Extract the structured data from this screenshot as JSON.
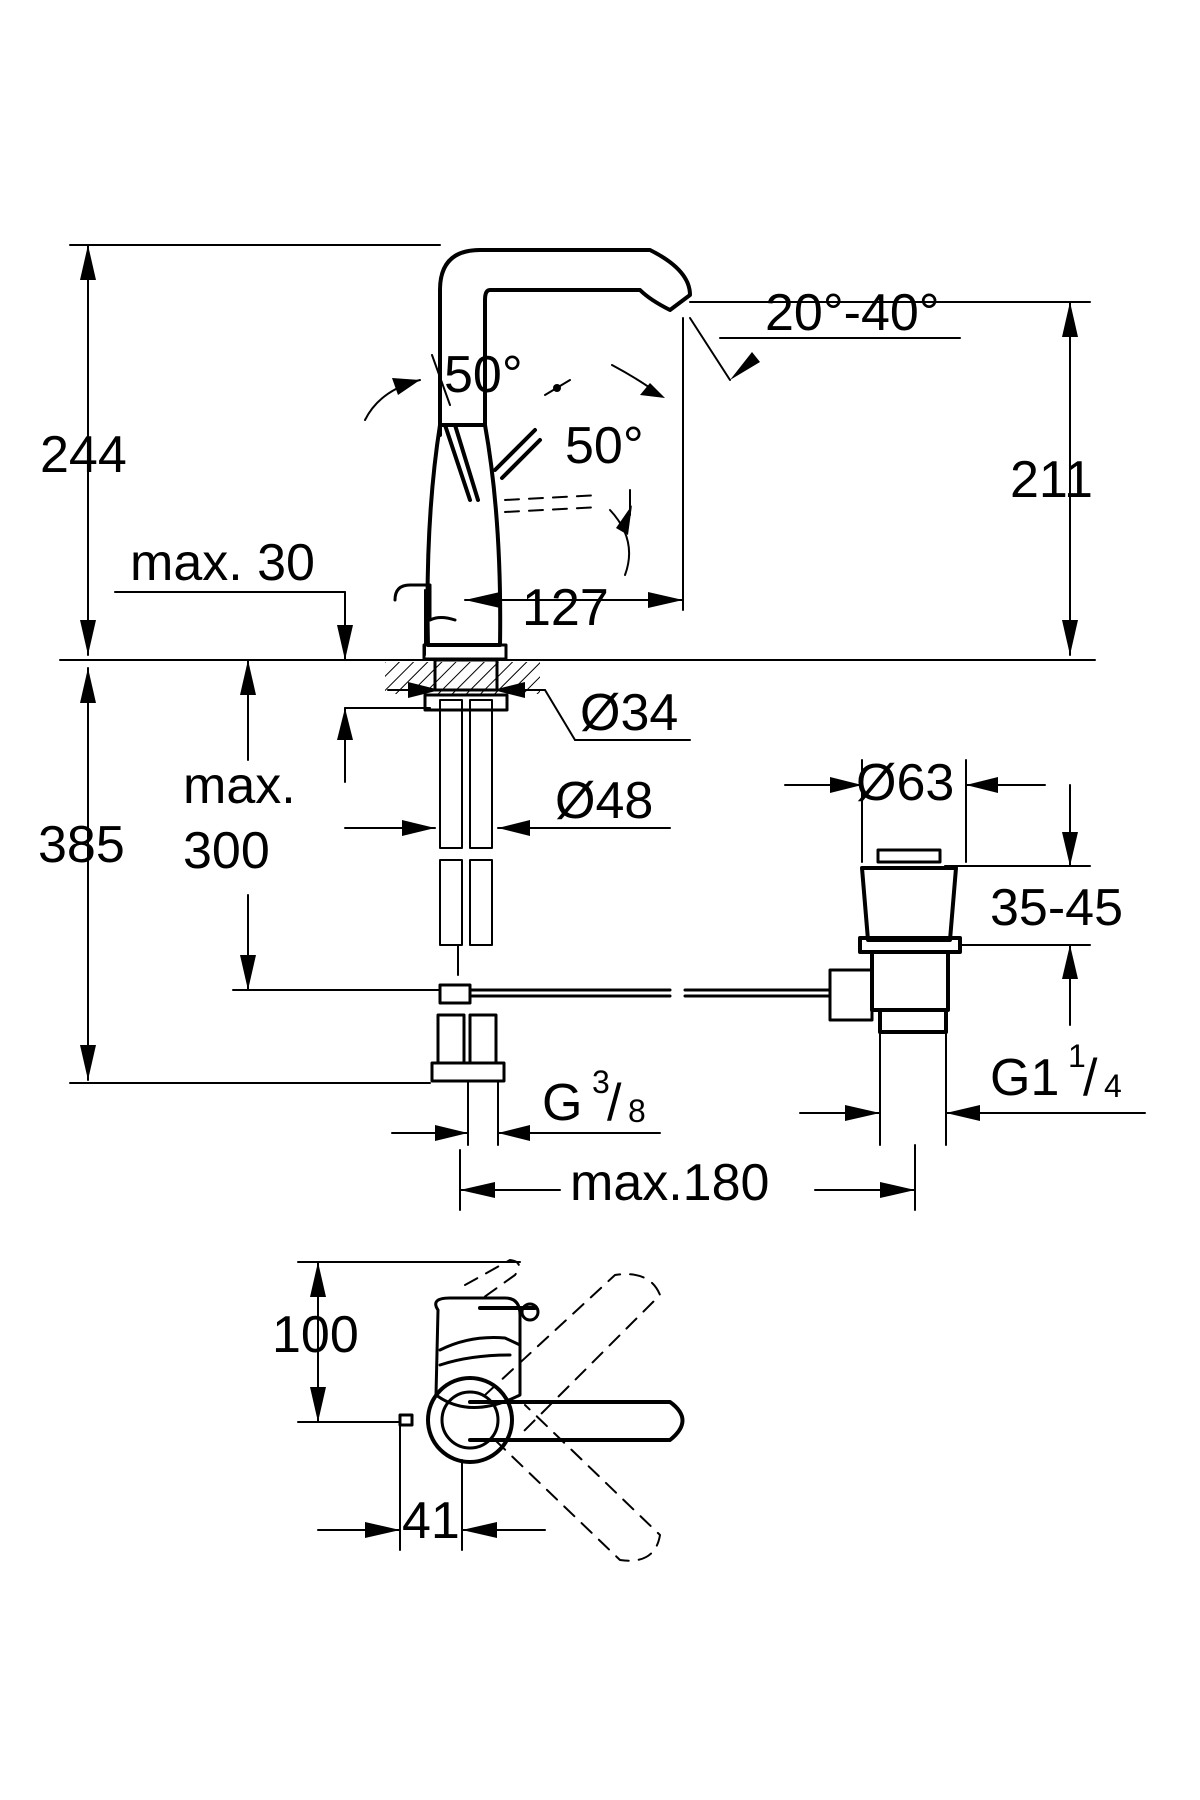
{
  "dimensions": {
    "total_height": "244",
    "spout_height": "211",
    "max_deck_thickness": "max. 30",
    "spout_reach": "127",
    "lever_angle_front": "50°",
    "lever_angle_side": "50°",
    "spout_swivel": "20°-40°",
    "hole_diameter_min": "Ø34",
    "hole_diameter_max": "Ø48",
    "under_deck_max_label": "max.",
    "under_deck_max_value": "300",
    "under_deck_total": "385",
    "drain_diameter": "Ø63",
    "drain_stroke": "35-45",
    "supply_thread": {
      "base": "G",
      "num": "3",
      "den": "8"
    },
    "drain_thread": {
      "base": "G1",
      "num": "1",
      "den": "4"
    },
    "rod_max_length": "max.180",
    "top_view_depth": "100",
    "top_view_width": "41"
  }
}
